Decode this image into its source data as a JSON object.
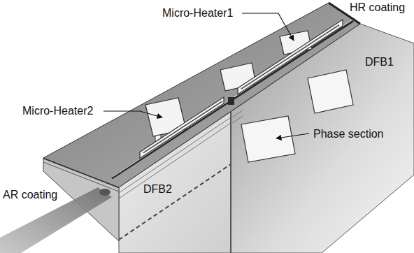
{
  "diagram": {
    "labels": [
      "Micro-Heater1",
      "HR coating",
      "DFB1",
      "Micro-Heater2",
      "Phase section",
      "AR coating",
      "DFB2"
    ]
  }
}
